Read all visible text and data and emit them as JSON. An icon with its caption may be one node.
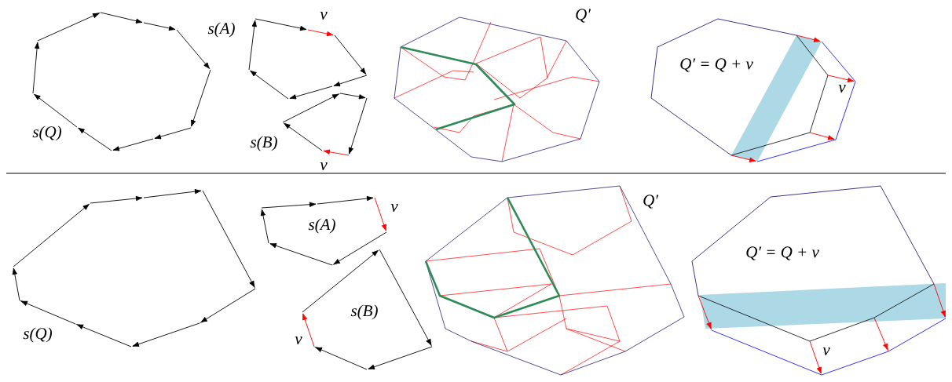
{
  "diagram": {
    "labels": [
      "v",
      "Q′",
      "s(A)",
      "Q′ = Q + v",
      "v",
      "s(Q)",
      "s(B)",
      "v",
      "Q′",
      "v",
      "s(A)",
      "Q′ = Q + v",
      "s(B)",
      "s(Q)",
      "v",
      "v"
    ]
  }
}
